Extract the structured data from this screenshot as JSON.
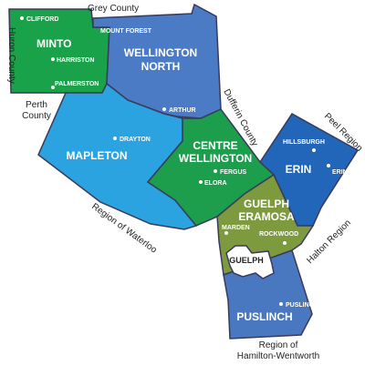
{
  "colors": {
    "minto": "#19a24a",
    "wellington_north": "#4a7bc4",
    "mapleton": "#2aa3e0",
    "centre_wellington": "#1c9e4c",
    "erin": "#2166b8",
    "guelph_eramosa": "#7e9a3e",
    "puslinch": "#4a78c0",
    "guelph": "#ffffff",
    "border": "#3a3a5a"
  },
  "regions": {
    "minto": "MINTO",
    "wellington_north": [
      "WELLINGTON",
      "NORTH"
    ],
    "mapleton": "MAPLETON",
    "centre_wellington": [
      "CENTRE",
      "WELLINGTON"
    ],
    "erin": "ERIN",
    "guelph_eramosa": [
      "GUELPH",
      "ERAMOSA"
    ],
    "puslinch": "PUSLINCH",
    "guelph": "GUELPH"
  },
  "towns": {
    "clifford": "CLIFFORD",
    "harriston": "HARRISTON",
    "palmerston": "PALMERSTON",
    "mount_forest": "MOUNT FOREST",
    "arthur": "ARTHUR",
    "drayton": "DRAYTON",
    "fergus": "FERGUS",
    "elora": "ELORA",
    "hillsburgh": "HILLSBURGH",
    "erin": "ERIN",
    "marden": "MARDEN",
    "rockwood": "ROCKWOOD",
    "puslinch": "PUSLINCH"
  },
  "neighbors": {
    "grey_county": "Grey County",
    "huron_county": "Huron County",
    "perth_county": [
      "Perth",
      "County"
    ],
    "dufferin_county": "Dufferin County",
    "peel_region": "Peel Region",
    "region_of_waterloo": "Region of Waterloo",
    "halton_region": "Halton Region",
    "region_of_hamilton_wentworth": [
      "Region of",
      "Hamilton-Wentworth"
    ]
  }
}
